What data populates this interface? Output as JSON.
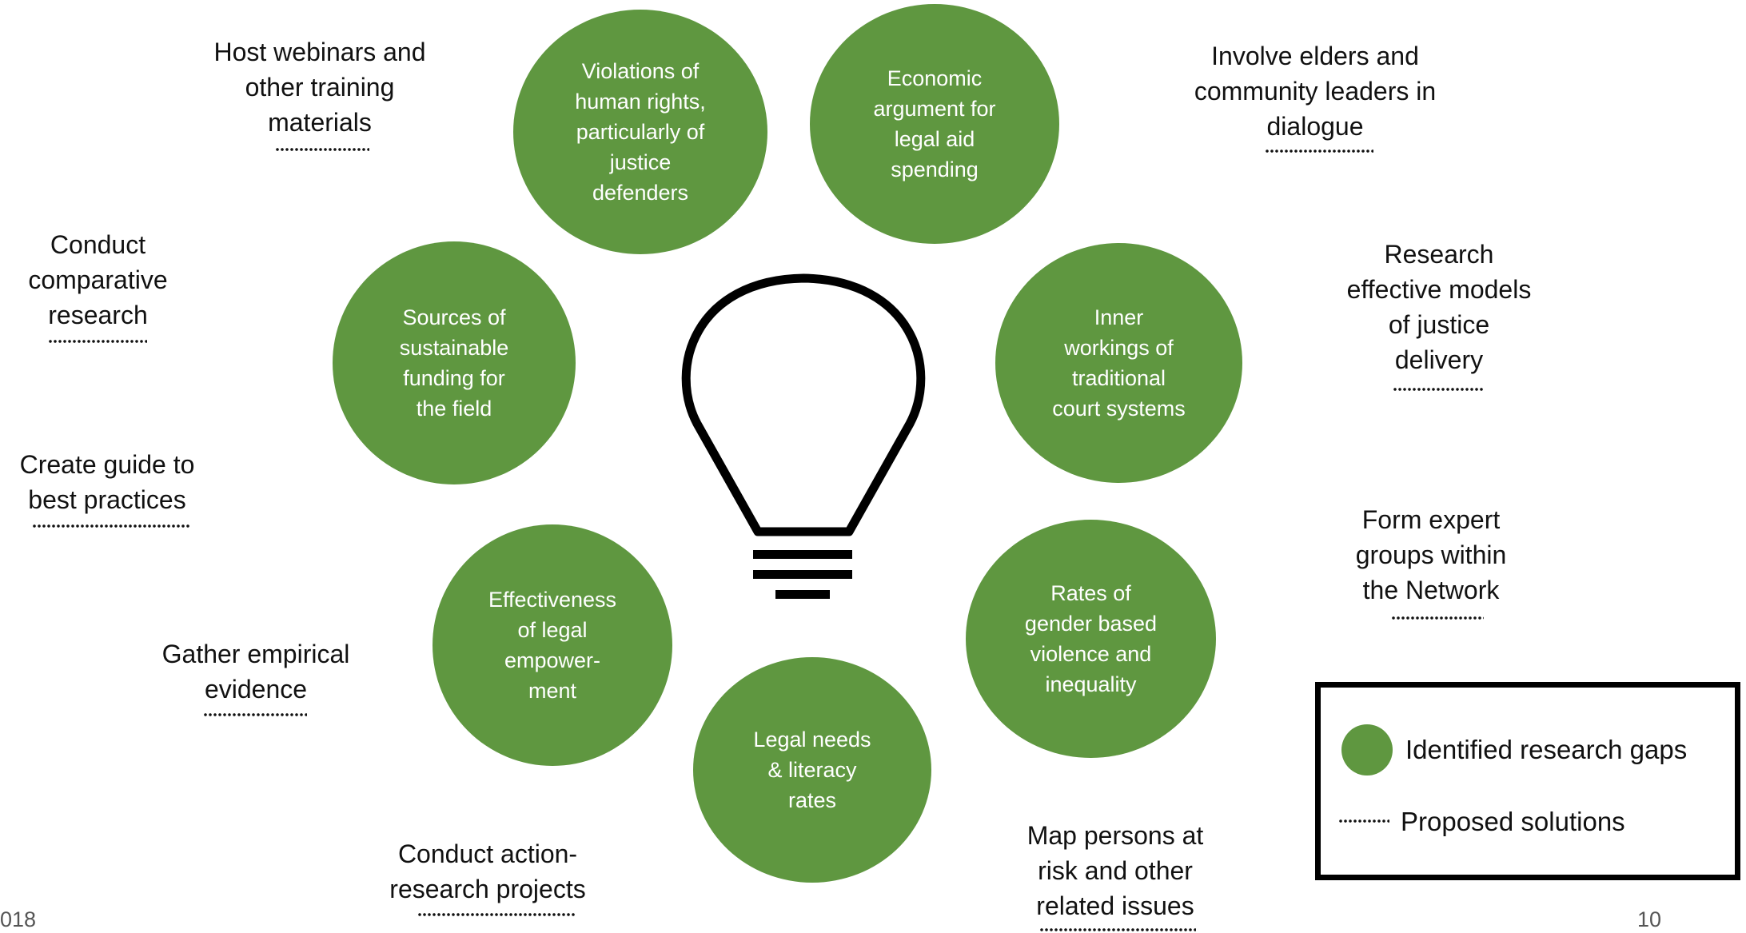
{
  "colors": {
    "gap_circle": "#5f9740",
    "text": "#111111",
    "dots": "#111111"
  },
  "center_icon": "lightbulb-icon",
  "research_gaps": [
    "Violations of\nhuman rights,\nparticularly of\njustice\ndefenders",
    "Economic\nargument for\nlegal aid\nspending",
    "Sources of\nsustainable\nfunding for\nthe field",
    "Inner\nworkings of\ntraditional\ncourt systems",
    "Effectiveness\nof legal\nempower-\nment",
    "Rates of\ngender based\nviolence and\ninequality",
    "Legal needs\n& literacy\nrates"
  ],
  "proposed_solutions": [
    "Host webinars and\nother training\nmaterials",
    "Involve elders and\ncommunity leaders in\ndialogue",
    "Conduct\ncomparative\nresearch",
    "Research\neffective models\nof justice\ndelivery",
    "Create guide to\nbest practices",
    "Form expert\ngroups within\nthe Network",
    "Gather empirical\nevidence",
    "Conduct action-\nresearch projects",
    "Map persons at\nrisk and other\nrelated issues"
  ],
  "legend": {
    "gaps_label": "Identified research gaps",
    "solutions_label": "Proposed solutions"
  },
  "footer": {
    "left_text": "018",
    "page_number": "10"
  }
}
